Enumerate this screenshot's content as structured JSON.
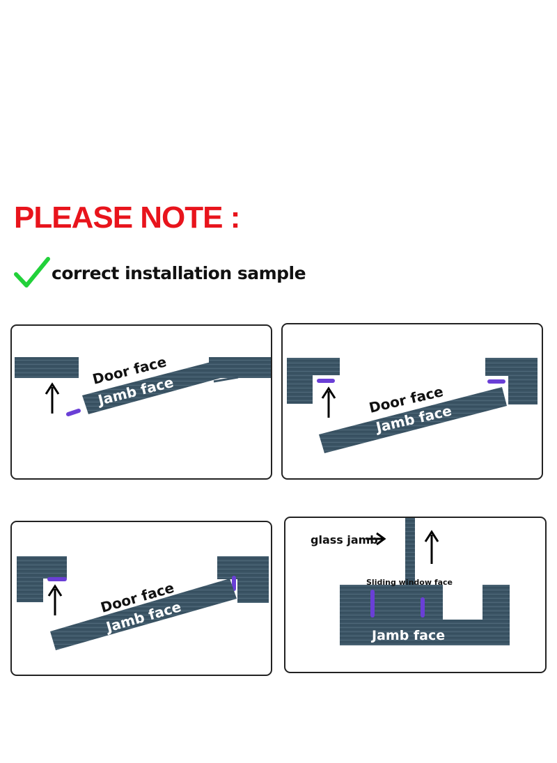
{
  "header": {
    "title": "PLEASE NOTE :",
    "subtitle": "correct installation sample"
  },
  "colors": {
    "title": "#e8141c",
    "check": "#22d13a",
    "wood": "#3c5566",
    "seal": "#6a3fd6"
  },
  "icons": {
    "check": "check-mark-icon",
    "arrow": "up-arrow-icon"
  },
  "panels": [
    {
      "door_label": "Door face",
      "jamb_label": "Jamb face"
    },
    {
      "door_label": "Door face",
      "jamb_label": "Jamb face"
    },
    {
      "door_label": "Door face",
      "jamb_label": "Jamb face"
    },
    {
      "glass_label": "glass jamb",
      "window_label": "Sliding window face",
      "jamb_label": "Jamb face"
    }
  ]
}
